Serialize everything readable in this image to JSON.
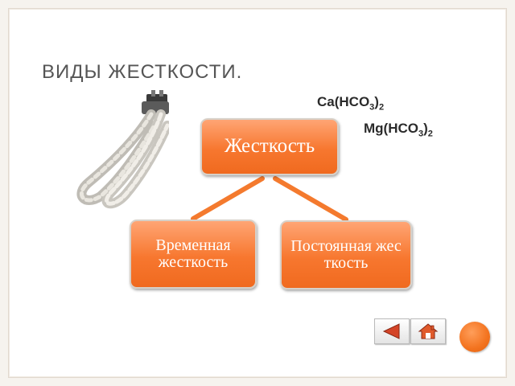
{
  "slide": {
    "title": "Виды жесткости."
  },
  "formulas": {
    "calcium_bicarbonate": {
      "base": "Ca(HCO",
      "sub1": "3",
      "close": ")",
      "sub2": "2"
    },
    "magnesium_bicarbonate": {
      "base": "Mg(HCO",
      "sub1": "3",
      "close": ")",
      "sub2": "2"
    }
  },
  "diagram": {
    "root": "Жесткость",
    "children": [
      "Временная жесткость",
      "Постоянная жесткость"
    ]
  },
  "colors": {
    "node_fill": "#f7772f",
    "connector": "#f47a2e",
    "title_text": "#555555"
  },
  "icons": {
    "heater": "heating-element-image",
    "prev": "triangle-left-icon",
    "home": "house-icon"
  }
}
